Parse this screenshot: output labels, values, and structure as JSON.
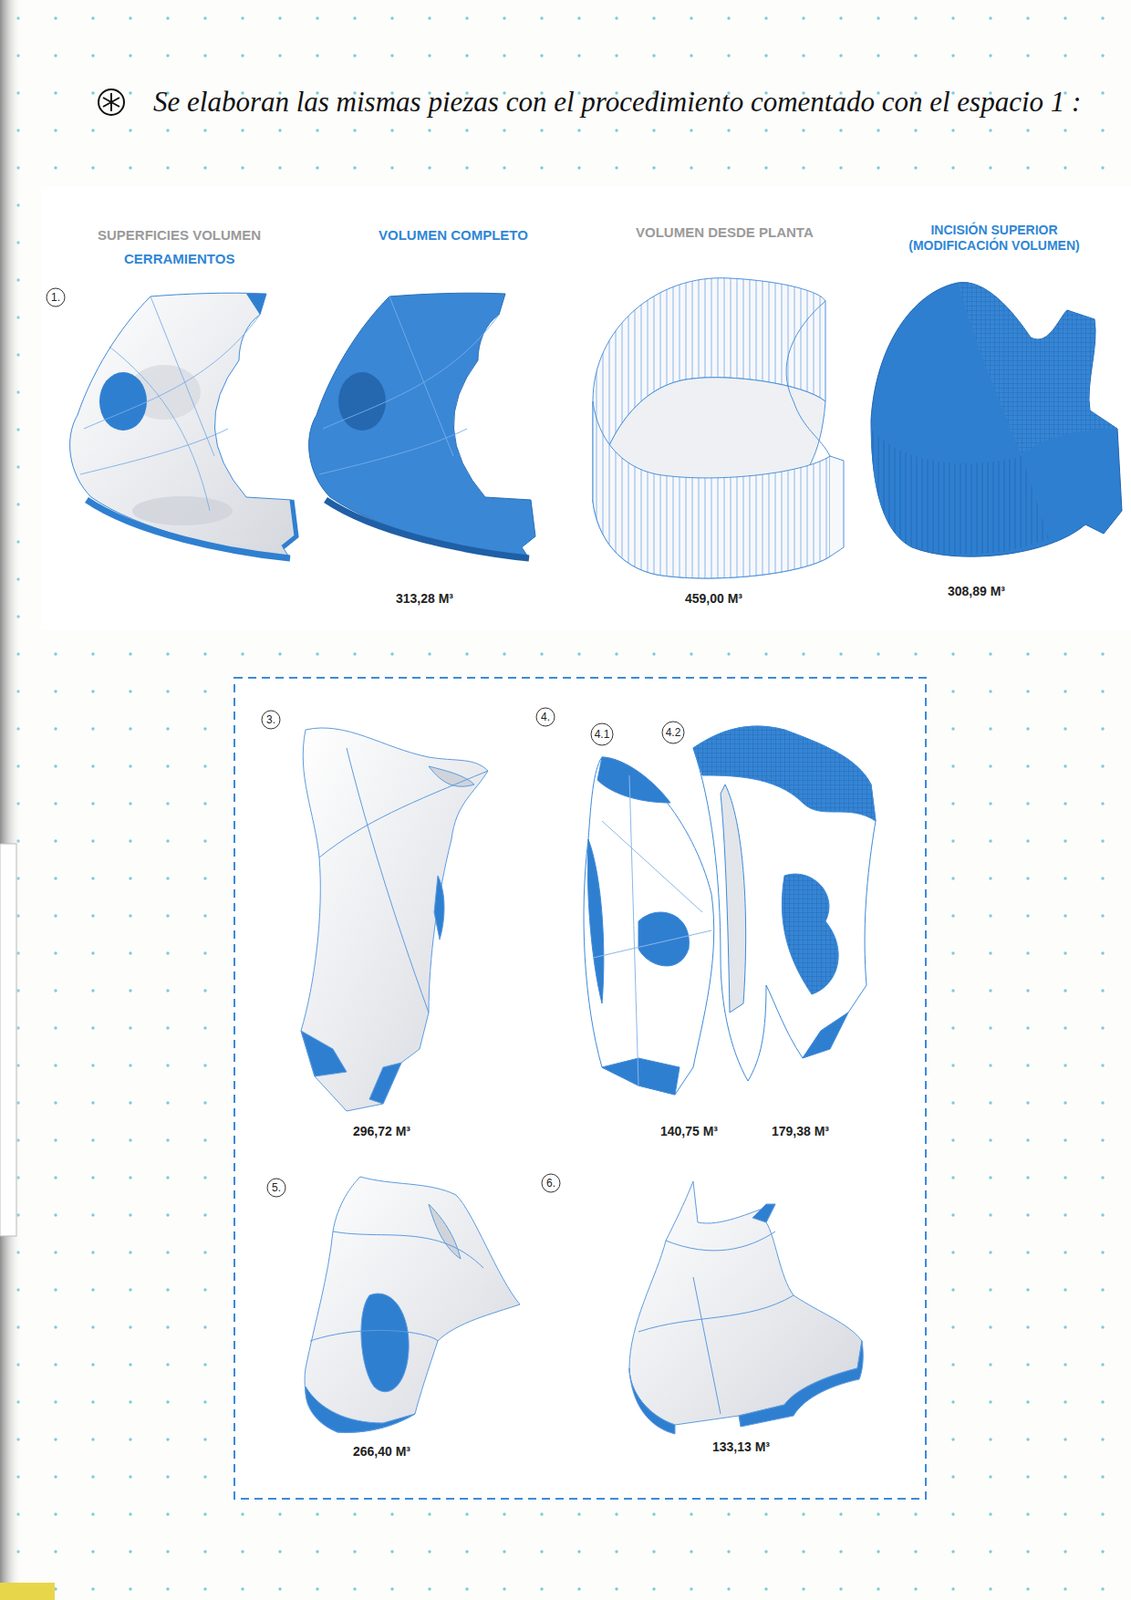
{
  "diagram": {
    "title": "Se elaboran las mismas piezas con el procedimiento comentado con el espacio 1 :",
    "nodes": [
      {
        "text": [
          "1."
        ]
      },
      {
        "text": [
          "3."
        ]
      },
      {
        "text": [
          "4."
        ]
      },
      {
        "text": [
          "4.1"
        ]
      },
      {
        "text": [
          "4.2"
        ]
      },
      {
        "text": [
          "5."
        ]
      },
      {
        "text": [
          "6."
        ]
      }
    ],
    "labels": [
      "SUPERFICIES VOLUMEN",
      "CERRAMIENTOS",
      "VOLUMEN COMPLETO",
      "VOLUMEN DESDE PLANTA",
      "INCISIÓN SUPERIOR (MODIFICACIÓN VOLUMEN)",
      "313,28 M³",
      "459,00 M³",
      "308,89 M³",
      "296,72 M³",
      "140,75 M³",
      "179,38 M³",
      "266,40 M³",
      "133,13 M³"
    ]
  }
}
